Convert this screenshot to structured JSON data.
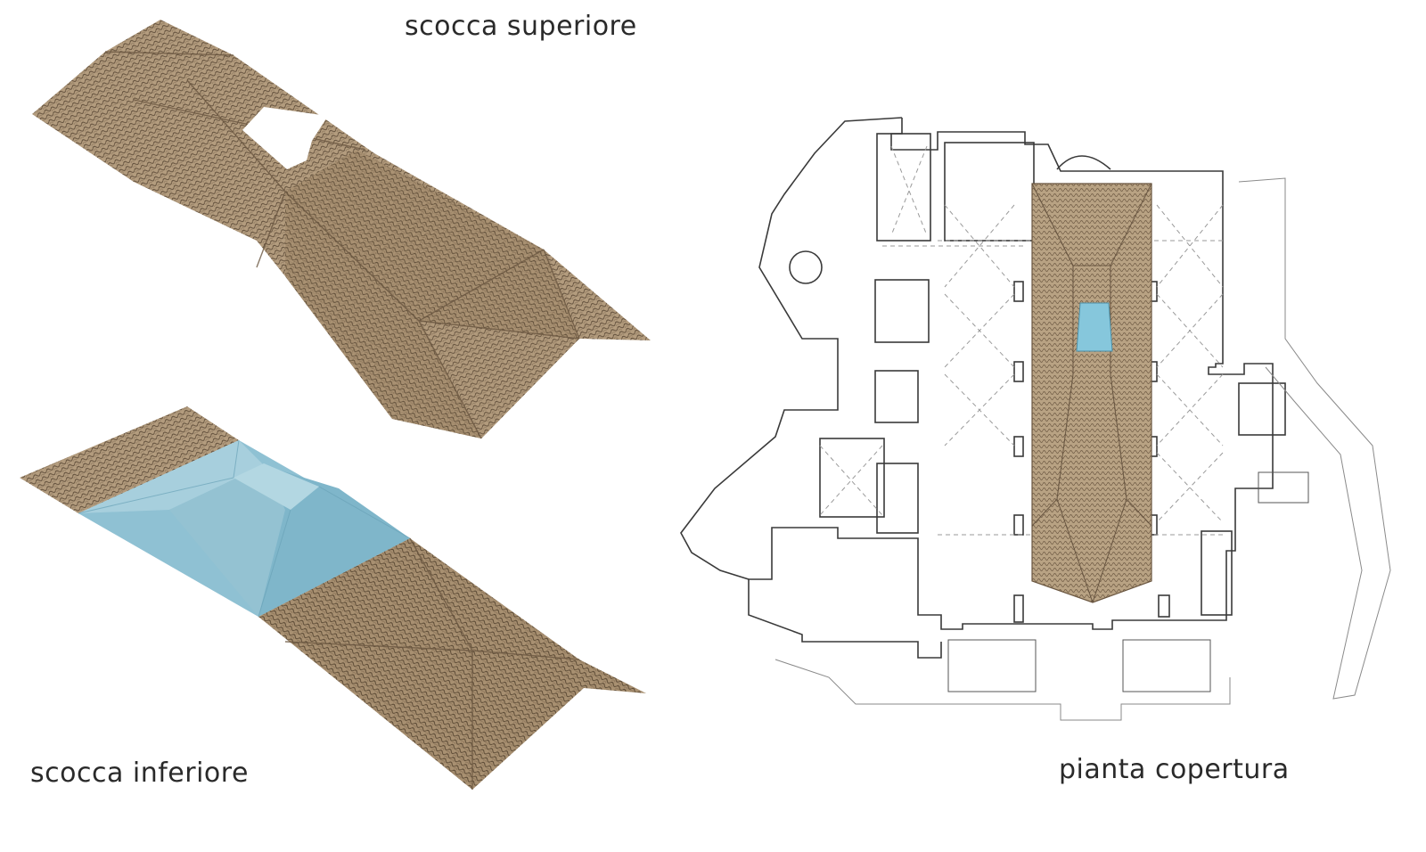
{
  "labels": {
    "upper_shell": "scocca superiore",
    "lower_shell": "scocca inferiore",
    "roof_plan": "pianta copertura"
  },
  "colors": {
    "tile": "#a38a6c",
    "tile_dark": "#6e5a44",
    "tile_light": "#c9b497",
    "vault_blue": "#8dbfd1",
    "vault_blue_dark": "#6fa9bf",
    "vault_blue_light": "#a9d0de",
    "plan_line": "#3a3a3a",
    "plan_dash": "#9a9a9a",
    "background": "#ffffff"
  },
  "icons": {
    "upper": "upper-roof-shell-drawing",
    "lower": "lower-roof-shell-drawing",
    "plan": "church-roof-plan-drawing"
  }
}
